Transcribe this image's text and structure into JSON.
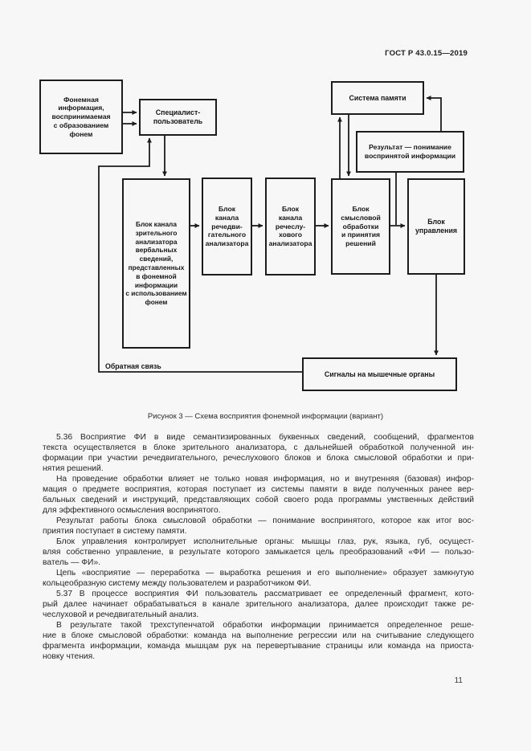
{
  "colors": {
    "paper": "#f7f7f7",
    "ink": "#1c1c1c"
  },
  "header": {
    "doc_number": "ГОСТ Р 43.0.15—2019"
  },
  "figure": {
    "caption": "Рисунок 3 — Схема восприятия фонемной информации (вариант)",
    "feedback_label": "Обратная связь",
    "boxes": [
      {
        "id": "phoneme-info-box",
        "lines": [
          "Фонемная",
          "информация,",
          "воспринимаемая",
          "с образованием",
          "фонем"
        ]
      },
      {
        "id": "specialist-user-box",
        "lines": [
          "Специалист-",
          "пользователь"
        ]
      },
      {
        "id": "memory-system-box",
        "lines": [
          "Система памяти"
        ]
      },
      {
        "id": "result-box",
        "lines": [
          "Результат — понимание",
          "воспринятой информации"
        ]
      },
      {
        "id": "visual-analyzer-box",
        "lines": [
          "Блок канала",
          "зрительного",
          "анализатора",
          "вербальных",
          "сведений,",
          "представленных",
          "в фонемной",
          "информации",
          "с использованием",
          "фонем"
        ]
      },
      {
        "id": "speech-motor-box",
        "lines": [
          "Блок",
          "канала",
          "речедви-",
          "гательного",
          "анализатора"
        ]
      },
      {
        "id": "speech-auditory-box",
        "lines": [
          "Блок",
          "канала",
          "речеслу-",
          "хового",
          "анализатора"
        ]
      },
      {
        "id": "semantic-processing-box",
        "lines": [
          "Блок",
          "смысловой",
          "обработки",
          "и принятия",
          "решений"
        ]
      },
      {
        "id": "control-box",
        "lines": [
          "Блок",
          "управления"
        ]
      },
      {
        "id": "muscle-signals-box",
        "lines": [
          "Сигналы на мышечные органы"
        ]
      }
    ]
  },
  "body": {
    "paragraphs": [
      {
        "lines": [
          "5.36 Восприятие ФИ в виде семантизированных буквенных сведений, сообщений, фрагментов",
          "текста осуществляется в блоке зрительного анализатора, с дальнейшей обработкой полученной ин-",
          "формации при участии речедвигательного, речеслухового блоков и блока смысловой обработки и при-",
          "нятия решений."
        ]
      },
      {
        "lines": [
          "На проведение обработки влияет не только новая информация, но и внутренняя (базовая) инфор-",
          "мация о предмете восприятия, которая поступает из системы памяти в виде полученных ранее вер-",
          "бальных сведений и инструкций, представляющих собой своего рода программы умственных действий",
          "для эффективного осмысления воспринятого."
        ]
      },
      {
        "lines": [
          "Результат работы блока смысловой обработки — понимание воспринятого, которое как итог вос-",
          "приятия поступает в систему памяти."
        ]
      },
      {
        "lines": [
          "Блок управления контролирует исполнительные органы: мышцы глаз, рук, языка, губ, осущест-",
          "вляя собственно управление, в результате которого замыкается цель преобразований «ФИ — пользо-",
          "ватель — ФИ»."
        ]
      },
      {
        "lines": [
          "Цепь «восприятие — переработка — выработка решения и его выполнение» образует замкнутую",
          "кольцеобразную систему между пользователем и разработчиком ФИ."
        ]
      },
      {
        "lines": [
          "5.37 В процессе восприятия ФИ пользователь рассматривает ее определенный фрагмент, кото-",
          "рый далее начинает обрабатываться в канале зрительного анализатора, далее происходит также ре-",
          "чеслуховой и речедвигательный анализ."
        ]
      },
      {
        "lines": [
          "В результате такой трехступенчатой обработки информации принимается определенное реше-",
          "ние в блоке смысловой обработки: команда на выполнение регрессии или на считывание следующего",
          "фрагмента информации, команда мышцам рук на перевертывание страницы или команда на приоста-",
          "новку чтения."
        ]
      }
    ]
  },
  "page_number": "11"
}
